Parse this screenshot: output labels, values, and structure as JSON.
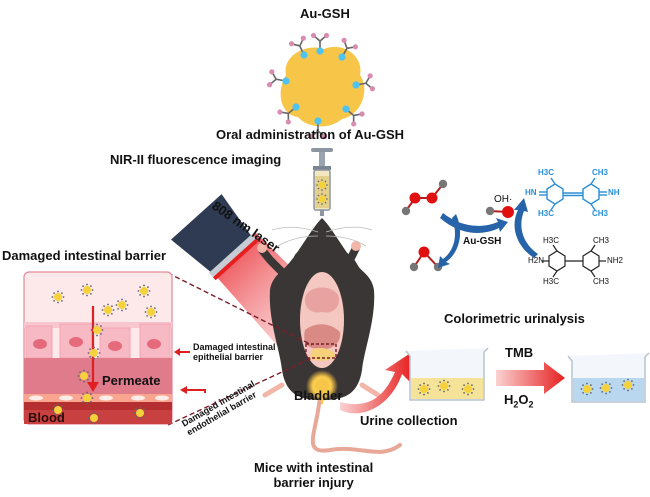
{
  "labels": {
    "au_gsh_title": "Au-GSH",
    "oral_admin": "Oral administration of Au-GSH",
    "nir_imaging": "NIR-II fluorescence imaging",
    "laser": "808 nm laser",
    "damaged_barrier": "Damaged intestinal barrier",
    "epithelial_line1": "Damaged intestinal",
    "epithelial_line2": "epithelial barrier",
    "endothelial_line1": "Damaged intestinal",
    "endothelial_line2": "endothelial barrier",
    "permeate": "Permeate",
    "blood": "Blood",
    "bladder": "Bladder",
    "urine_collection": "Urine collection",
    "mice_line1": "Mice with intestinal",
    "mice_line2": "barrier injury",
    "colorimetric": "Colorimetric urinalysis",
    "tmb": "TMB",
    "h2o2_main": "H",
    "h2o2_sub1": "2",
    "h2o2_o": "O",
    "h2o2_sub2": "2",
    "catalyst": "Au-GSH",
    "radical": "OH·"
  },
  "chem": {
    "oxtmb": {
      "h3c_tl": "H3C",
      "ch3_tr": "CH3",
      "hn": "HN",
      "nh": "NH",
      "h3c_bl": "H3C",
      "ch3_br": "CH3",
      "color": "#2b8fd6"
    },
    "tmb": {
      "h3c_tl": "H3C",
      "ch3_tr": "CH3",
      "h2n": "H2N",
      "nh2": "NH2",
      "h3c_bl": "H3C",
      "ch3_br": "CH3",
      "color": "#222222"
    }
  },
  "colors": {
    "gold": "#f7c648",
    "ligand_blue": "#4fc3f0",
    "ligand_pink": "#d98bb0",
    "arrow_red": "#e62020",
    "arrow_blue": "#2763a8",
    "laser_body": "#2e3b52",
    "mouse": "#3b3636",
    "urine_yellow": "#f5e39a",
    "oxidized_blue": "#b9d8f0"
  }
}
